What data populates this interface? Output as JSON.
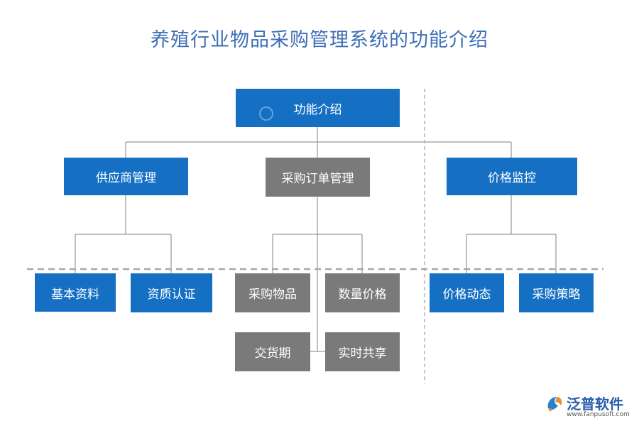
{
  "title": "养殖行业物品采购管理系统的功能介绍",
  "colors": {
    "blue": "#1570c4",
    "gray": "#7a7a7a",
    "title": "#3f6fb7",
    "line": "#808080"
  },
  "root": {
    "label": "功能介绍"
  },
  "level1": [
    {
      "label": "供应商管理"
    },
    {
      "label": "采购订单管理"
    },
    {
      "label": "价格监控"
    }
  ],
  "level2": {
    "supplier": [
      {
        "label": "基本资料"
      },
      {
        "label": "资质认证"
      }
    ],
    "order": [
      {
        "label": "采购物品"
      },
      {
        "label": "数量价格"
      },
      {
        "label": "交货期"
      },
      {
        "label": "实时共享"
      }
    ],
    "price": [
      {
        "label": "价格动态"
      },
      {
        "label": "采购策略"
      }
    ]
  },
  "logo": {
    "name": "泛普软件",
    "url": "www.fanpusoft.com",
    "icon": "fanpu-logo-icon"
  }
}
